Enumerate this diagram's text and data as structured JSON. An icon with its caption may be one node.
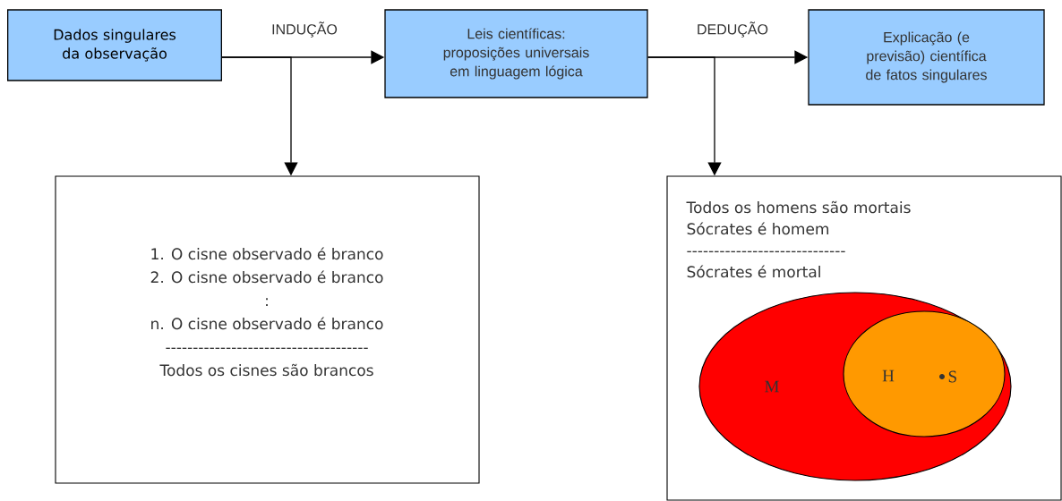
{
  "diagram": {
    "nodes": [
      {
        "text": [
          "Dados singulares da observação"
        ]
      },
      {
        "text": [
          "Leis científicas: proposições universais em linguagem lógica"
        ]
      },
      {
        "text": [
          "Explicação (e previsão) científica de fatos singulares"
        ]
      },
      {
        "text": [
          "1. O cisne observado é branco",
          "2. O cisne observado é branco",
          ":",
          "n. O cisne observado é branco",
          "-------------------------------------",
          "Todos os cisnes são brancos"
        ]
      },
      {
        "text": [
          "Todos os homens são mortais",
          "Sócrates é homem",
          "-----------------------------",
          "Sócrates é mortal"
        ]
      },
      {
        "text": [
          "M"
        ],
        "in": 4
      },
      {
        "text": [
          "H"
        ],
        "in": 5
      }
    ],
    "edges": [
      {
        "from": 0,
        "to": 1,
        "arrow": "to",
        "label": "INDUÇÃO"
      },
      {
        "from": 0,
        "to": 3,
        "arrow": "to"
      },
      {
        "from": 1,
        "to": 2,
        "arrow": "to",
        "label": "DEDUÇÃO"
      },
      {
        "from": 1,
        "to": 4,
        "arrow": "to"
      }
    ],
    "labels": [
      "S"
    ]
  }
}
